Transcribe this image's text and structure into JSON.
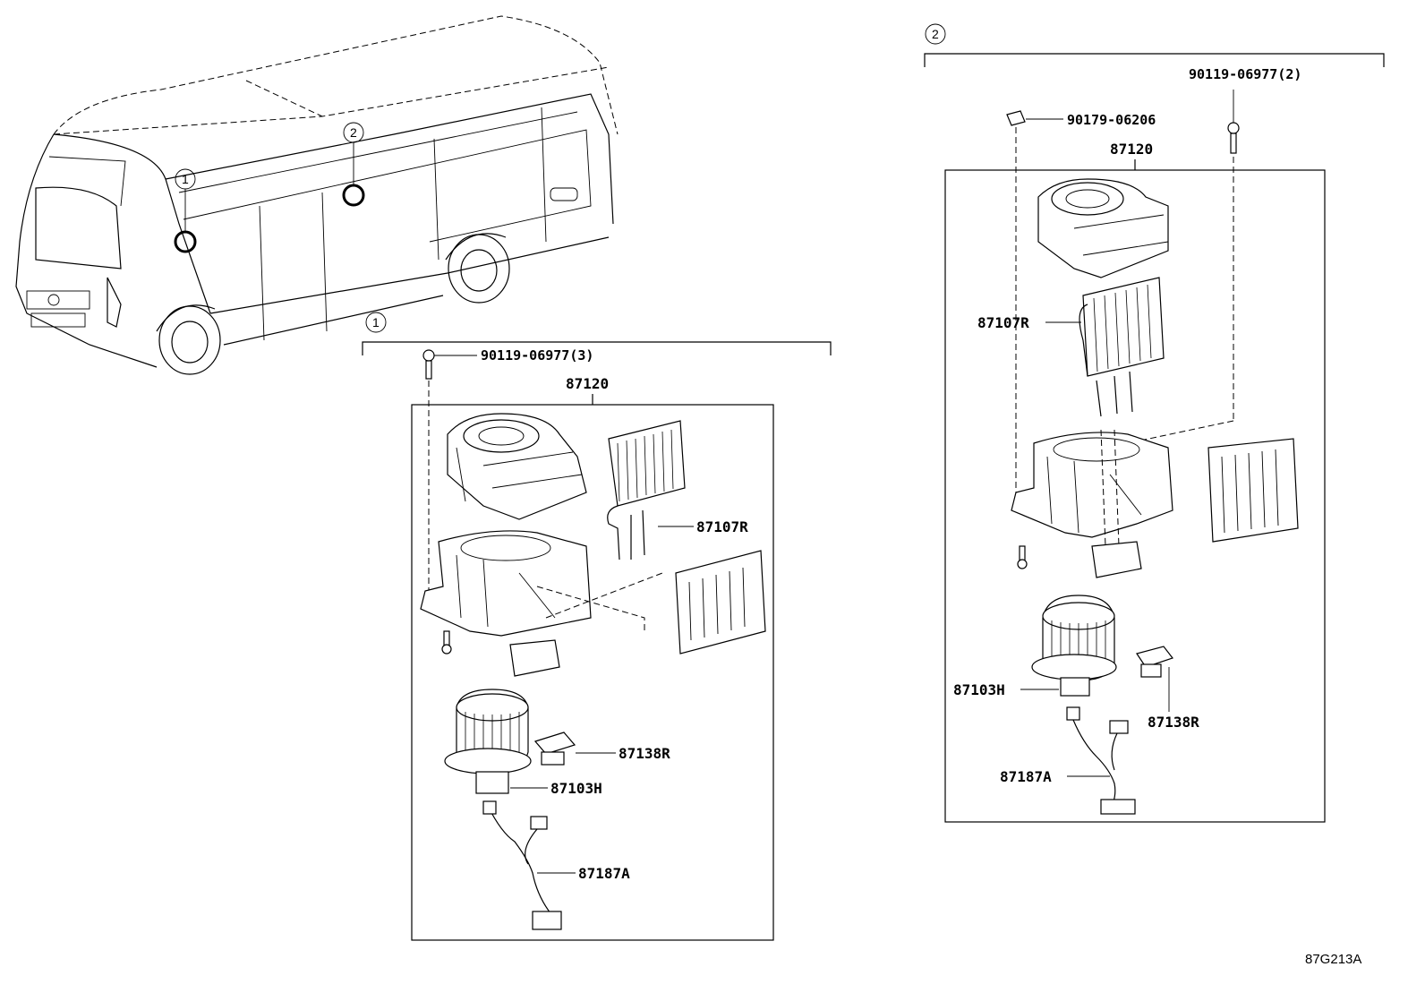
{
  "callouts": {
    "one": "1",
    "two": "2"
  },
  "left_group": {
    "bolt_label": "90119-06977(3)",
    "assembly_label": "87120",
    "evaporator_label": "87107R",
    "resistor_label": "87138R",
    "motor_label": "87103H",
    "wire_label": "87187A"
  },
  "right_group": {
    "bolt_label": "90119-06977(2)",
    "nut_label": "90179-06206",
    "assembly_label": "87120",
    "evaporator_label": "87107R",
    "motor_label": "87103H",
    "resistor_label": "87138R",
    "wire_label": "87187A"
  },
  "diagram_code": "87G213A"
}
